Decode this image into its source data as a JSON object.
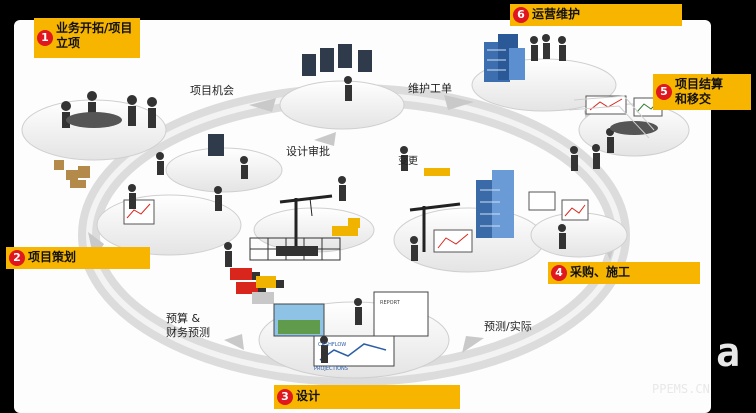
{
  "phases": [
    {
      "num": "1",
      "label": "业务开拓/项目\n立项"
    },
    {
      "num": "2",
      "label": "项目策划"
    },
    {
      "num": "3",
      "label": "设计"
    },
    {
      "num": "4",
      "label": "采购、施工"
    },
    {
      "num": "5",
      "label": "项目结算\n和移交"
    },
    {
      "num": "6",
      "label": "运营维护"
    }
  ],
  "flow_labels": {
    "opportunity": "项目机会",
    "maintenance_order": "维护工单",
    "design_review": "设计审批",
    "budget": "预算 &\n财务预测",
    "forecast": "预测/实际",
    "change": "变更"
  },
  "boards": {
    "cashflow": "CASHFLOW",
    "projections": "PROJECTIONS",
    "report": "REPORT"
  },
  "watermark": "PPEMS.CN",
  "colors": {
    "phase_box": "#f7b500",
    "badge": "#e0171f",
    "ring": "#d9d9d9"
  }
}
